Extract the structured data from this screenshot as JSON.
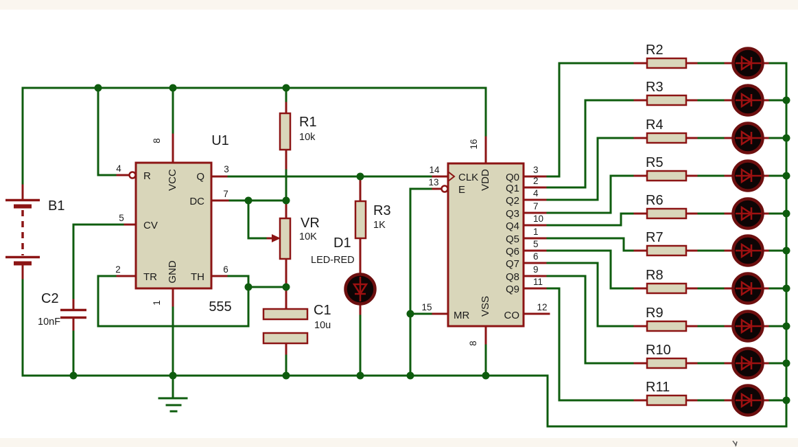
{
  "title": "555 timer + decade counter LED chaser schematic",
  "colors": {
    "wire_green": "#0e5c0e",
    "pin_red": "#8c1414",
    "component_fill": "#d9d6ba",
    "led_ring": "#6d0f0f",
    "led_body": "#0d0505",
    "text": "#1a1a1a"
  },
  "u1": {
    "designator": "U1",
    "part": "555",
    "pin_r": "R",
    "num_r": "4",
    "pin_cv": "CV",
    "num_cv": "5",
    "pin_tr": "TR",
    "num_tr": "2",
    "pin_q": "Q",
    "num_q": "3",
    "pin_dc": "DC",
    "num_dc": "7",
    "pin_th": "TH",
    "num_th": "6",
    "pin_vcc": "VCC",
    "num_vcc": "8",
    "pin_gnd": "GND",
    "num_gnd": "1"
  },
  "u2": {
    "pin_clk": "CLK",
    "num_clk": "14",
    "pin_e": "E",
    "num_e": "13",
    "pin_mr": "MR",
    "num_mr": "15",
    "pin_vdd": "VDD",
    "num_vdd": "16",
    "pin_vss": "VSS",
    "num_vss": "8",
    "pin_co": "CO",
    "num_co": "12",
    "outputs": [
      {
        "label": "Q0",
        "pin": "3"
      },
      {
        "label": "Q1",
        "pin": "2"
      },
      {
        "label": "Q2",
        "pin": "4"
      },
      {
        "label": "Q3",
        "pin": "7"
      },
      {
        "label": "Q4",
        "pin": "10"
      },
      {
        "label": "Q5",
        "pin": "1"
      },
      {
        "label": "Q6",
        "pin": "5"
      },
      {
        "label": "Q7",
        "pin": "6"
      },
      {
        "label": "Q8",
        "pin": "9"
      },
      {
        "label": "Q9",
        "pin": "11"
      }
    ]
  },
  "components": {
    "b1": {
      "ref": "B1"
    },
    "c2": {
      "ref": "C2",
      "value": "10nF"
    },
    "c1": {
      "ref": "C1",
      "value": "10u"
    },
    "r1": {
      "ref": "R1",
      "value": "10k"
    },
    "vr": {
      "ref": "VR",
      "value": "10K"
    },
    "r3": {
      "ref": "R3",
      "value": "1K"
    },
    "d1": {
      "ref": "D1",
      "value": "LED-RED"
    }
  },
  "ladder": [
    {
      "ref": "R2"
    },
    {
      "ref": "R3"
    },
    {
      "ref": "R4"
    },
    {
      "ref": "R5"
    },
    {
      "ref": "R6"
    },
    {
      "ref": "R7"
    },
    {
      "ref": "R8"
    },
    {
      "ref": "R9"
    },
    {
      "ref": "R10"
    },
    {
      "ref": "R11"
    }
  ]
}
